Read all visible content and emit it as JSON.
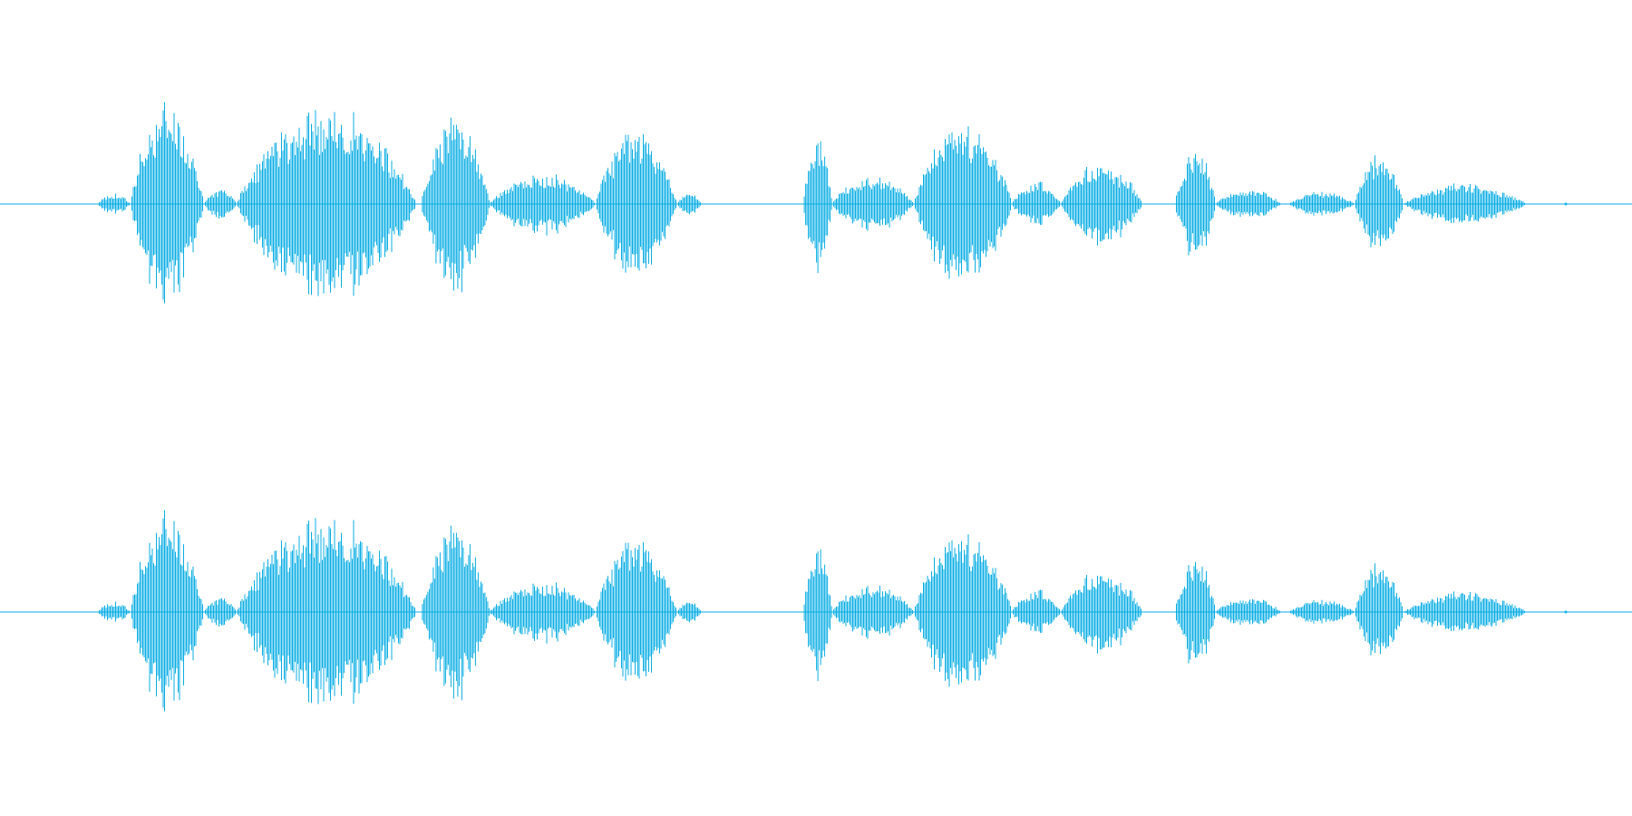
{
  "waveform": {
    "color": "#0aaee4",
    "channel_count": 2,
    "channels": [
      {
        "label": ""
      },
      {
        "label": ""
      }
    ],
    "segments": [
      {
        "start": 0.06,
        "end": 0.08,
        "peak": 0.1,
        "seed": 3
      },
      {
        "start": 0.08,
        "end": 0.125,
        "peak": 1.0,
        "seed": 7
      },
      {
        "start": 0.125,
        "end": 0.145,
        "peak": 0.15,
        "seed": 11
      },
      {
        "start": 0.145,
        "end": 0.255,
        "peak": 0.95,
        "seed": 13
      },
      {
        "start": 0.258,
        "end": 0.3,
        "peak": 0.85,
        "seed": 17
      },
      {
        "start": 0.3,
        "end": 0.365,
        "peak": 0.3,
        "seed": 19
      },
      {
        "start": 0.365,
        "end": 0.415,
        "peak": 0.75,
        "seed": 23
      },
      {
        "start": 0.415,
        "end": 0.43,
        "peak": 0.12,
        "seed": 29
      },
      {
        "start": 0.492,
        "end": 0.51,
        "peak": 0.65,
        "seed": 31
      },
      {
        "start": 0.51,
        "end": 0.56,
        "peak": 0.28,
        "seed": 37
      },
      {
        "start": 0.56,
        "end": 0.62,
        "peak": 0.8,
        "seed": 41
      },
      {
        "start": 0.62,
        "end": 0.65,
        "peak": 0.22,
        "seed": 43
      },
      {
        "start": 0.65,
        "end": 0.7,
        "peak": 0.4,
        "seed": 47
      },
      {
        "start": 0.72,
        "end": 0.745,
        "peak": 0.55,
        "seed": 53
      },
      {
        "start": 0.745,
        "end": 0.785,
        "peak": 0.15,
        "seed": 59
      },
      {
        "start": 0.79,
        "end": 0.83,
        "peak": 0.12,
        "seed": 61
      },
      {
        "start": 0.83,
        "end": 0.86,
        "peak": 0.48,
        "seed": 67
      },
      {
        "start": 0.86,
        "end": 0.935,
        "peak": 0.2,
        "seed": 71
      }
    ]
  }
}
